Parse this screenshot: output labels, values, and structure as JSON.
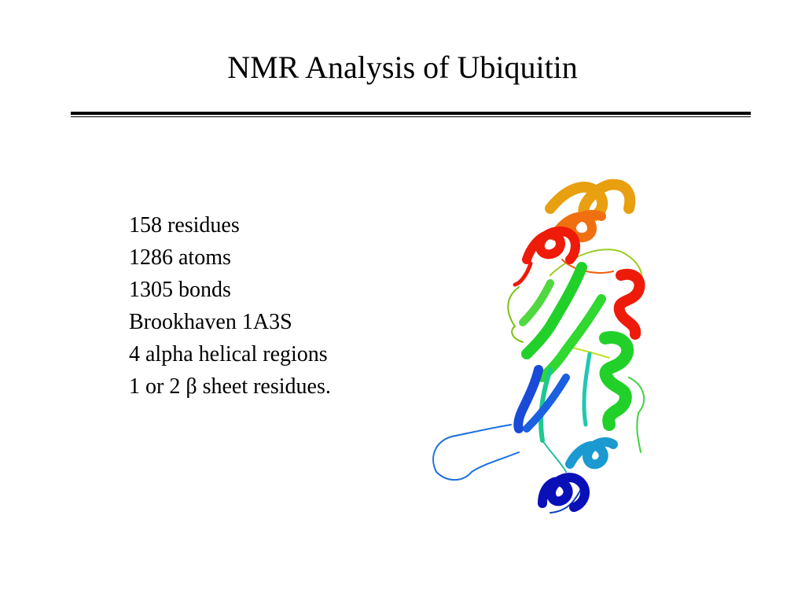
{
  "slide": {
    "title": "NMR Analysis of Ubiquitin",
    "facts": [
      "158 residues",
      "1286 atoms",
      "1305 bonds",
      "Brookhaven 1A3S",
      "4 alpha helical regions",
      "1 or 2 β sheet residues."
    ]
  },
  "colors": {
    "helix_top_orange": "#e8a010",
    "helix_orange": "#f07010",
    "helix_red": "#ee1a0a",
    "sheet_green": "#22d02a",
    "sheet_teal": "#1ec890",
    "helix_cyan": "#1a9ad0",
    "strand_blue": "#1a4ad8",
    "helix_navy": "#0a10b8"
  },
  "image": {
    "icon": "protein-ribbon-structure"
  }
}
